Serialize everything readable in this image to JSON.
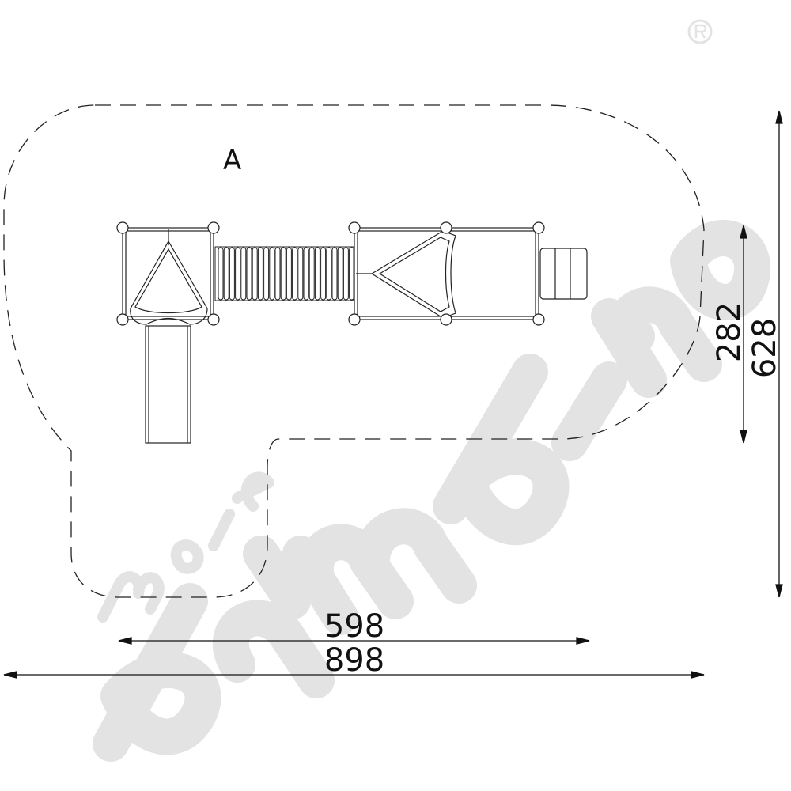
{
  "drawing": {
    "zone_label": "A",
    "dimensions": {
      "inner_width": "598",
      "total_width": "898",
      "inner_height": "282",
      "total_height": "628"
    }
  },
  "watermark": {
    "brand_top": "moje",
    "brand_main": "bambino",
    "registered_mark": "®",
    "color": "#e3e3e3"
  }
}
